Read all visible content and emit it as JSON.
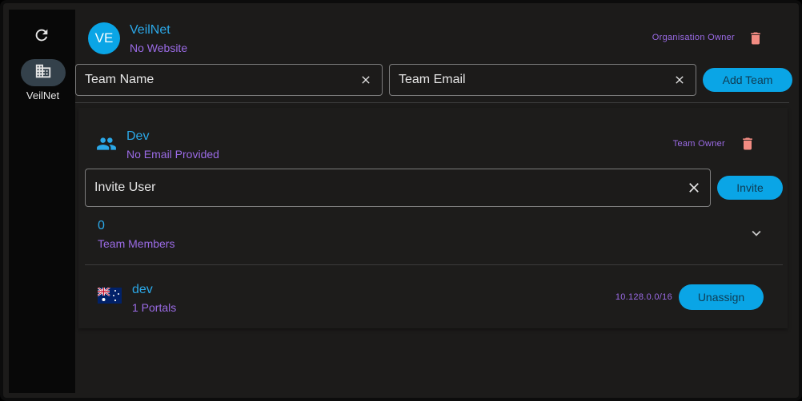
{
  "colors": {
    "accent": "#0aa5e6",
    "secondary_text": "#9b6be6",
    "danger": "#f28b82"
  },
  "sidebar": {
    "refresh_icon": "refresh-icon",
    "org_icon": "building-icon",
    "org_label": "VeilNet"
  },
  "organisation": {
    "avatar_initials": "VE",
    "name": "VeilNet",
    "website": "No Website",
    "role": "Organisation Owner",
    "delete_icon": "trash-icon"
  },
  "add_team_form": {
    "team_name_placeholder": "Team Name",
    "team_email_placeholder": "Team Email",
    "add_button": "Add Team"
  },
  "team": {
    "icon": "group-icon",
    "name": "Dev",
    "email": "No Email Provided",
    "role": "Team Owner",
    "invite_placeholder": "Invite User",
    "invite_button": "Invite",
    "member_count": "0",
    "member_label": "Team Members",
    "expand_icon": "chevron-down-icon"
  },
  "portal": {
    "flag_icon": "australia-flag-icon",
    "name": "dev",
    "count_label": "1 Portals",
    "subnet": "10.128.0.0/16",
    "unassign_button": "Unassign"
  }
}
